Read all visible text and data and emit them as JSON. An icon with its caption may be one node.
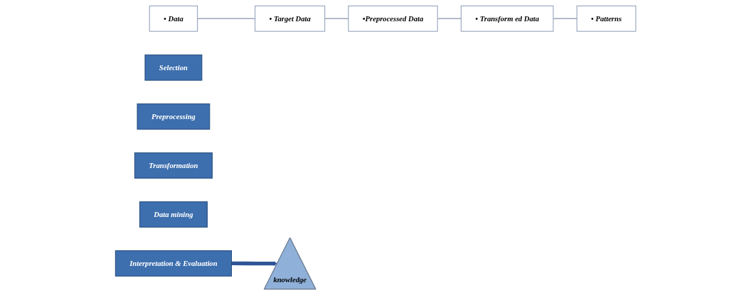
{
  "diagram": {
    "nodes": [
      {
        "text": [
          "• Data"
        ]
      },
      {
        "text": [
          "Selection"
        ]
      },
      {
        "text": [
          "Preprocessing"
        ]
      },
      {
        "text": [
          "• Target Data"
        ]
      },
      {
        "text": [
          "•Preprocessed Data"
        ]
      },
      {
        "text": [
          "Transformation"
        ]
      },
      {
        "text": [
          "Data mining"
        ]
      },
      {
        "text": [
          "• Transform ed Data"
        ]
      },
      {
        "text": [
          "• Patterns"
        ]
      },
      {
        "text": [
          "Interpretation & Evaluation"
        ]
      },
      {
        "text": [
          "knowledge"
        ]
      }
    ],
    "edges": [
      {
        "from": 0,
        "to": 3,
        "arrow": "none"
      },
      {
        "from": 3,
        "to": 4,
        "arrow": "none"
      },
      {
        "from": 4,
        "to": 7,
        "arrow": "none"
      },
      {
        "from": 7,
        "to": 8,
        "arrow": "none"
      },
      {
        "from": 9,
        "to": 10,
        "arrow": "to",
        "style": "thick",
        "color": "#2f5597"
      }
    ]
  }
}
